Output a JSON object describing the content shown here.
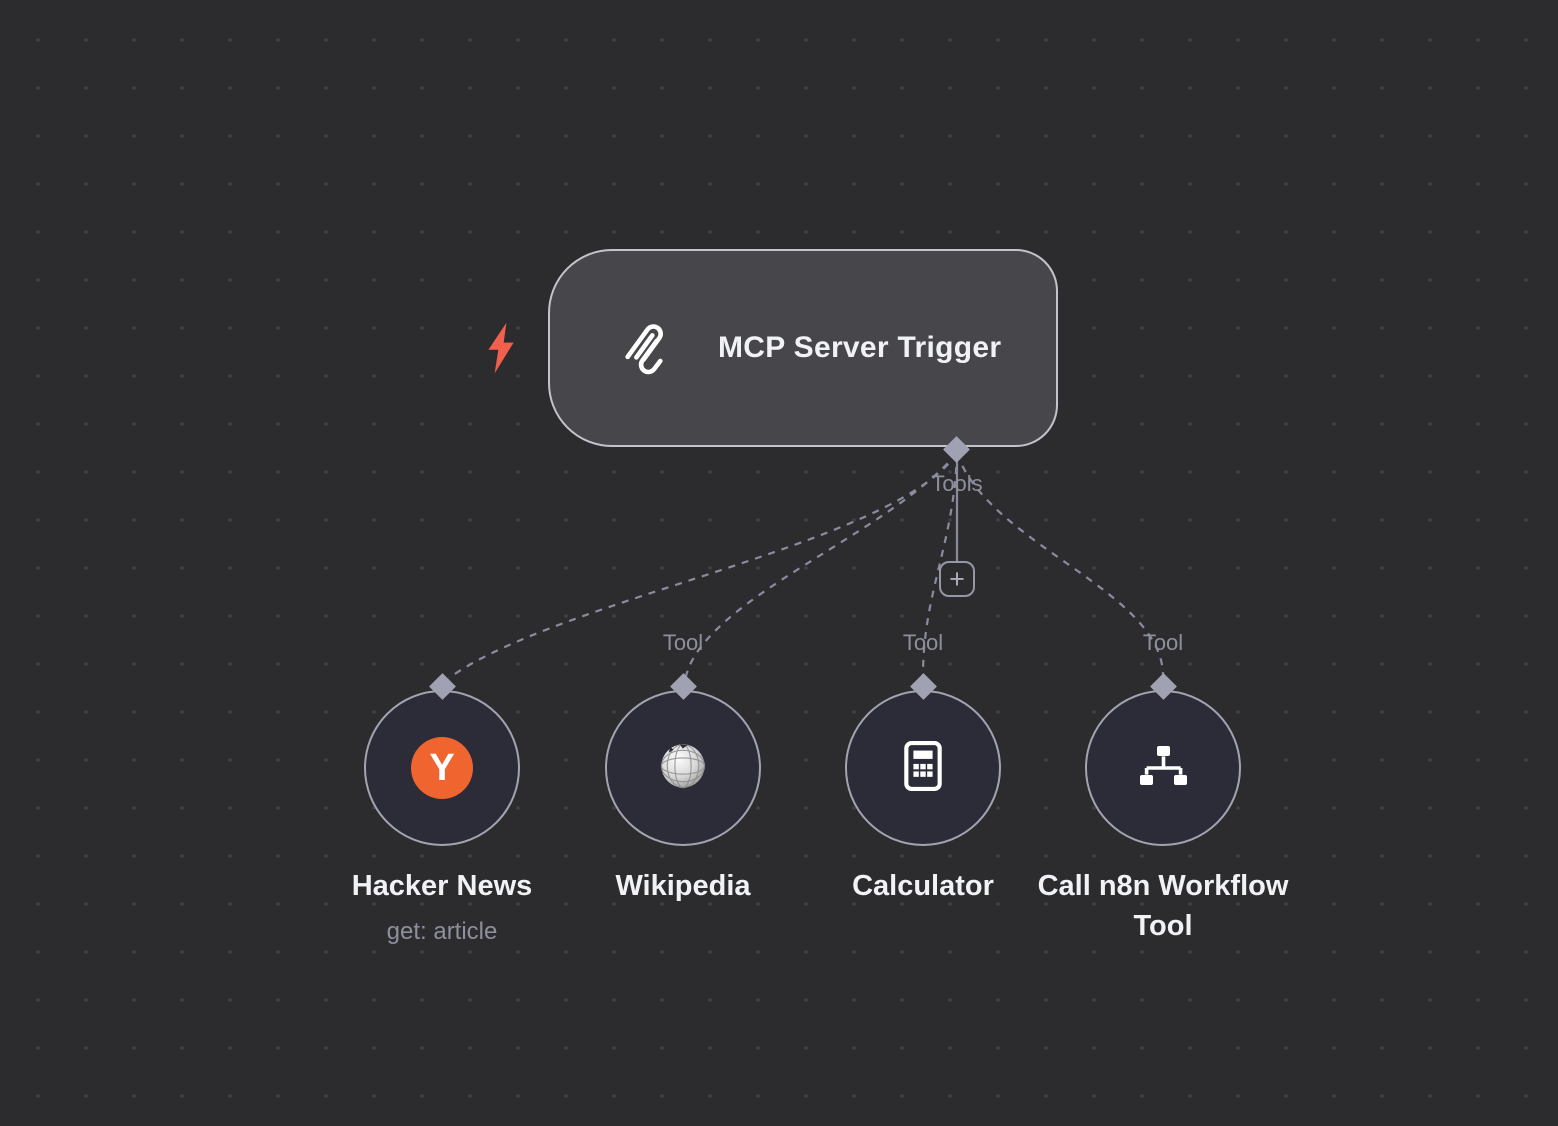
{
  "trigger": {
    "label": "MCP Server Trigger",
    "output_port_label": "Tools"
  },
  "add_tool_button": {
    "label": "+"
  },
  "tools": [
    {
      "label": "Hacker News",
      "sublabel": "get: article",
      "input_port_label": "",
      "icon": "hacker-news-y-icon",
      "icon_letter": "Y",
      "icon_color": "#f0652f"
    },
    {
      "label": "Wikipedia",
      "sublabel": "",
      "input_port_label": "Tool",
      "icon": "wikipedia-globe-icon"
    },
    {
      "label": "Calculator",
      "sublabel": "",
      "input_port_label": "Tool",
      "icon": "calculator-icon"
    },
    {
      "label": "Call n8n Workflow Tool",
      "sublabel": "",
      "input_port_label": "Tool",
      "icon": "sitemap-icon"
    }
  ],
  "colors": {
    "canvas_background": "#2c2c2f",
    "node_border": "#b9bac6",
    "bolt_accent": "#f0604d",
    "hacker_news_orange": "#f0652f",
    "connection_line": "#8a8b9d"
  }
}
